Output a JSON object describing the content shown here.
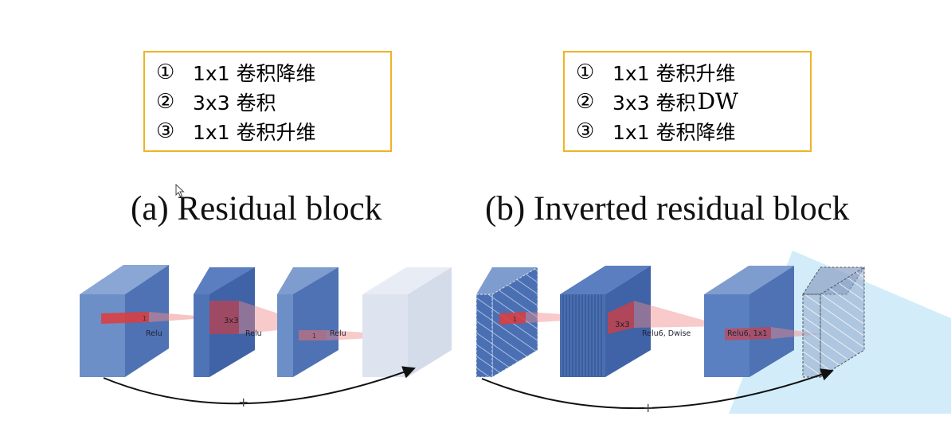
{
  "left_notes": [
    {
      "num": "①",
      "text": "1x1 卷积降维"
    },
    {
      "num": "②",
      "text": "3x3 卷积"
    },
    {
      "num": "③",
      "text": "1x1 卷积升维"
    }
  ],
  "right_notes": [
    {
      "num": "①",
      "text": "1x1 卷积升维"
    },
    {
      "num": "②",
      "text": "3x3 卷积",
      "extra": "DW"
    },
    {
      "num": "③",
      "text": "1x1 卷积降维"
    }
  ],
  "captions": {
    "left": "(a) Residual block",
    "right": "(b) Inverted residual block"
  },
  "left_diagram": {
    "labels": [
      "Relu",
      "Relu",
      "Relu"
    ],
    "kernel_labels": [
      "1",
      "3x3",
      "1"
    ],
    "skip_symbol": "+"
  },
  "right_diagram": {
    "labels": [
      "Relu6, Dwise",
      "Relu6, 1x1"
    ],
    "kernel_labels": [
      "1",
      "3x3"
    ],
    "skip_symbol": "+"
  },
  "colors": {
    "box_border": "#f0b323",
    "block_front": "#6b8fc6",
    "block_dark": "#3f63a6",
    "block_light": "#dde3ef",
    "kernel_red": "#e03b3b",
    "highlight_cyan": "#bfe6f7"
  }
}
